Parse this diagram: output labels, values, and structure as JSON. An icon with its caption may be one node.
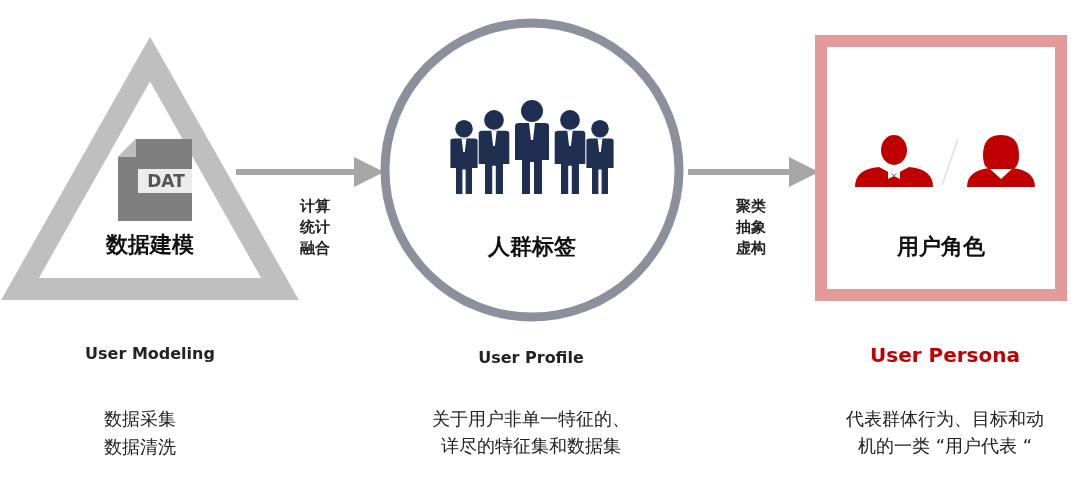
{
  "diagram": {
    "nodes": [
      {
        "text": [
          "数据建模"
        ],
        "beside": [
          "User Modeling",
          "数据采集",
          "数据清洗"
        ]
      },
      {
        "text": [
          "人群标签"
        ],
        "beside": [
          "User Profile",
          "关于用户非单一特征的、详尽的特征集和数据集"
        ]
      },
      {
        "text": [
          "用户角色"
        ],
        "beside": [
          "User Persona",
          "代表群体行为、目标和动机的一类 “用户代表 “"
        ]
      }
    ],
    "edges": [
      {
        "from": 0,
        "to": 1,
        "arrow": "to",
        "label": "计算统计融合"
      },
      {
        "from": 1,
        "to": 2,
        "arrow": "to",
        "label": "聚类抽象虚构"
      }
    ],
    "labels": [
      "DAT"
    ]
  }
}
